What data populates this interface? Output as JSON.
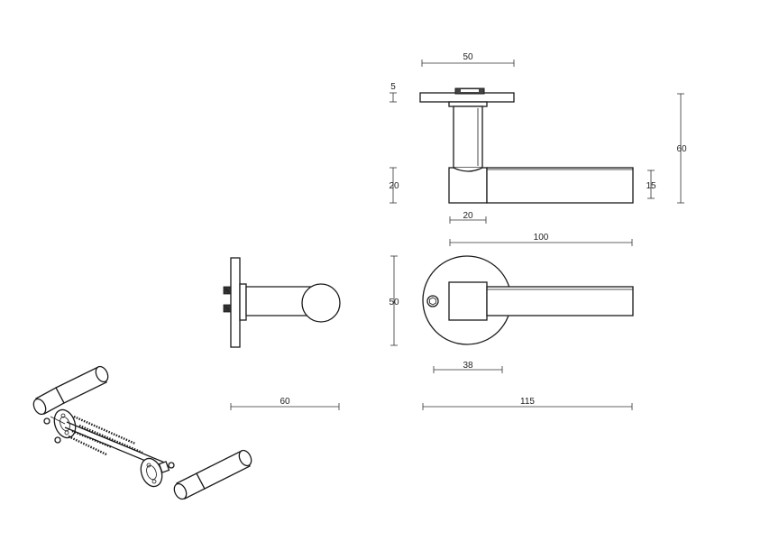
{
  "dimensions": {
    "top_rose_width": "50",
    "rose_thickness": "5",
    "neck_height": "20",
    "total_height": "60",
    "lever_thickness": "15",
    "neck_width": "20",
    "lever_length": "100",
    "rose_diameter": "50",
    "spindle_offset": "38",
    "side_projection": "60",
    "total_length": "115"
  }
}
